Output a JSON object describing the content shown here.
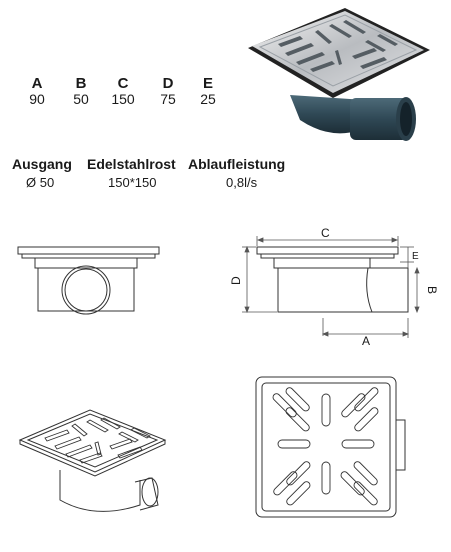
{
  "dimensions": {
    "letters": [
      "A",
      "B",
      "C",
      "D",
      "E"
    ],
    "values": [
      "90",
      "50",
      "150",
      "75",
      "25"
    ]
  },
  "specs": [
    {
      "label": "Ausgang",
      "value": "Ø 50"
    },
    {
      "label": "Edelstahlrost",
      "value": "150*150"
    },
    {
      "label": "Ablaufleistung",
      "value": "0,8l/s"
    }
  ],
  "side_view": {
    "label_c": "C",
    "label_d": "D",
    "label_e": "E",
    "label_b": "B",
    "label_a": "A"
  }
}
